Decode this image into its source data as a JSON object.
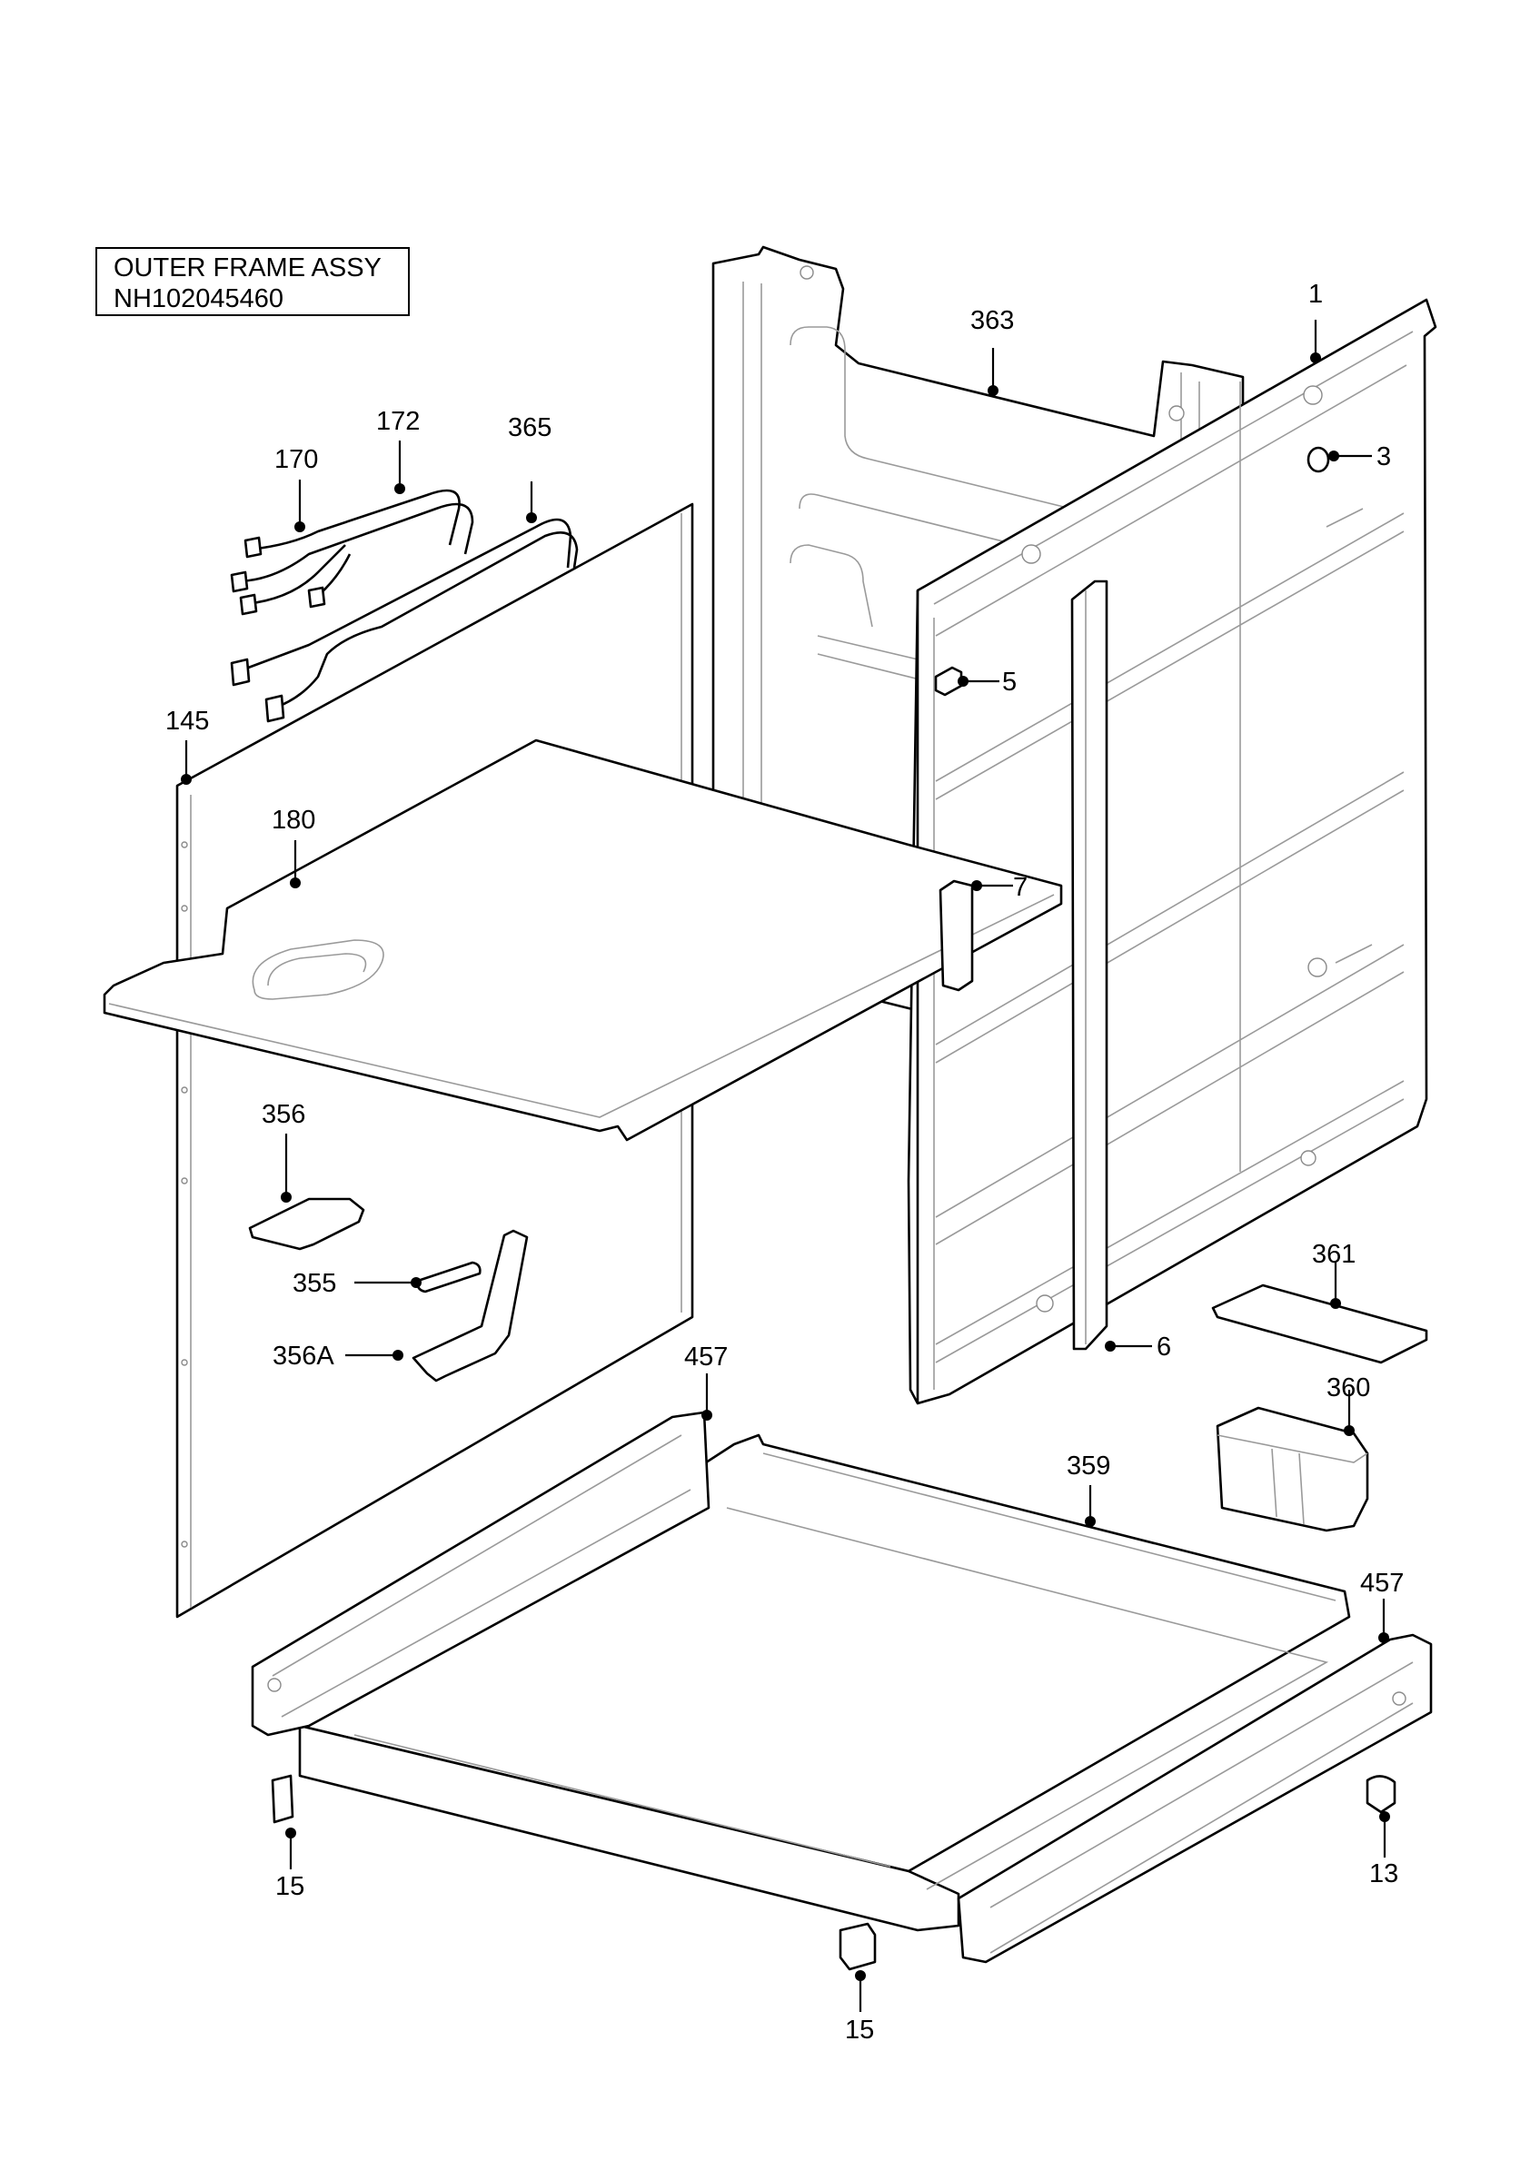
{
  "title_box": {
    "title": "OUTER FRAME ASSY",
    "part_number": "NH102045460"
  },
  "callouts": [
    {
      "id": "c-1",
      "label": "1"
    },
    {
      "id": "c-3",
      "label": "3"
    },
    {
      "id": "c-5",
      "label": "5"
    },
    {
      "id": "c-6",
      "label": "6"
    },
    {
      "id": "c-7",
      "label": "7"
    },
    {
      "id": "c-13",
      "label": "13"
    },
    {
      "id": "c-15a",
      "label": "15"
    },
    {
      "id": "c-15b",
      "label": "15"
    },
    {
      "id": "c-145",
      "label": "145"
    },
    {
      "id": "c-170",
      "label": "170"
    },
    {
      "id": "c-172",
      "label": "172"
    },
    {
      "id": "c-180",
      "label": "180"
    },
    {
      "id": "c-355",
      "label": "355"
    },
    {
      "id": "c-356",
      "label": "356"
    },
    {
      "id": "c-356a",
      "label": "356A"
    },
    {
      "id": "c-359",
      "label": "359"
    },
    {
      "id": "c-360",
      "label": "360"
    },
    {
      "id": "c-361",
      "label": "361"
    },
    {
      "id": "c-363",
      "label": "363"
    },
    {
      "id": "c-365",
      "label": "365"
    },
    {
      "id": "c-457a",
      "label": "457"
    },
    {
      "id": "c-457b",
      "label": "457"
    }
  ]
}
